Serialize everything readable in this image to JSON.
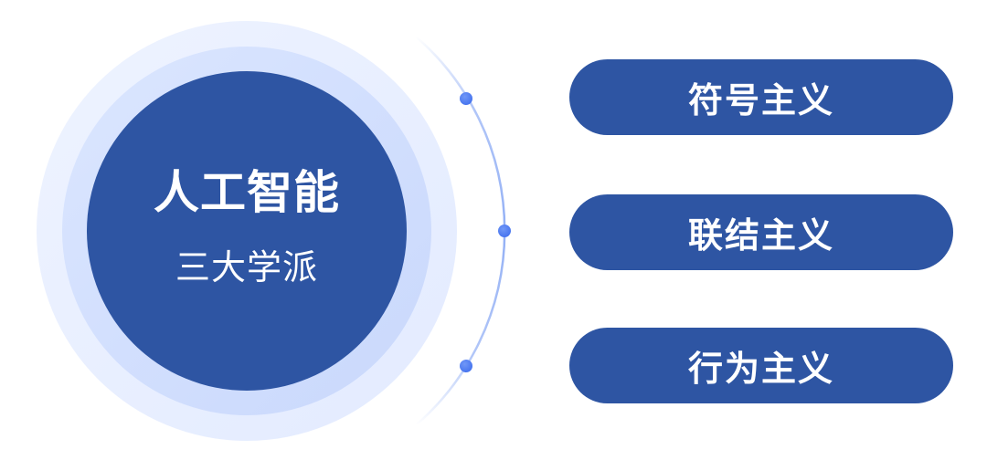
{
  "center": {
    "title": "人工智能",
    "subtitle": "三大学派"
  },
  "schools": [
    {
      "label": "符号主义"
    },
    {
      "label": "联结主义"
    },
    {
      "label": "行为主义"
    }
  ],
  "colors": {
    "primary": "#2e55a3",
    "ring_middle": "#d3e0fe",
    "ring_outer": "#e9f0ff",
    "arc": "#a9c0f7",
    "dot": "#4f7df0",
    "text": "#ffffff"
  }
}
